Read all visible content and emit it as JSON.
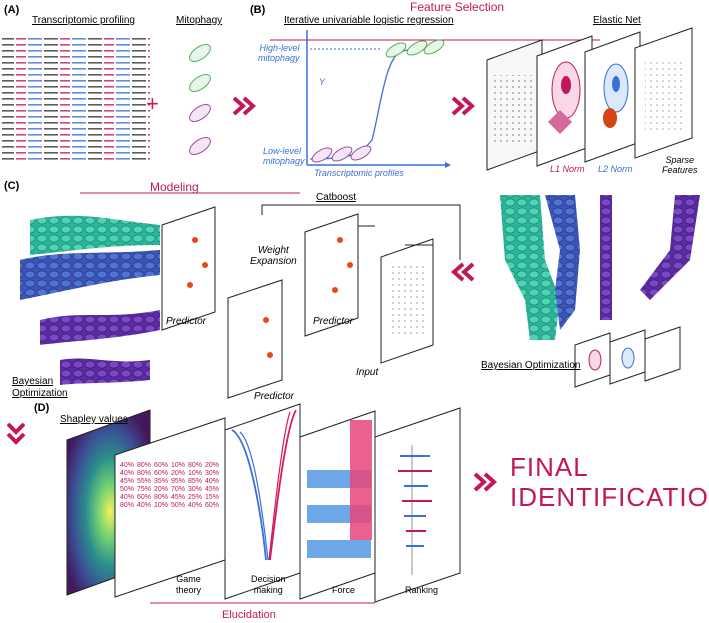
{
  "panels": {
    "a": {
      "label": "(A)",
      "transcriptomic": "Transcriptomic profiling",
      "mitophagy": "Mitophagy",
      "plus": "+"
    },
    "b": {
      "label": "(B)",
      "title": "Feature Selection",
      "iterative": "Iterative univariable logistic regression",
      "elastic": "Elastic Net",
      "high": [
        "High-level",
        "mitophagy"
      ],
      "low": [
        "Low-level",
        "mitophagy"
      ],
      "y": "Y",
      "xaxis": "Transcriptomic profiles",
      "l1": "L1 Norm",
      "l2": "L2 Norm",
      "sparse": [
        "Sparse",
        "Features"
      ]
    },
    "c": {
      "label": "(C)",
      "title": "Modeling",
      "catboost": "Catboost",
      "weight": [
        "Weight",
        "Expansion"
      ],
      "predictor": "Predictor",
      "input": "Input",
      "bayes": [
        "Bayesian",
        "Optimization"
      ],
      "bayes_right": "Bayesian Optimization"
    },
    "d": {
      "label": "(D)",
      "shapley": "Shapley values",
      "game": [
        "Game",
        "theory"
      ],
      "decision": [
        "Decision",
        "making"
      ],
      "force": "Force",
      "ranking": "Ranking",
      "elucidation": "Elucidation",
      "final": [
        "FINAL",
        "IDENTIFICATION"
      ],
      "grid_values": [
        "40%",
        "80%",
        "60%",
        "10%",
        "80%",
        "20%",
        "40%",
        "80%",
        "60%",
        "20%",
        "10%",
        "30%",
        "45%",
        "55%",
        "35%",
        "95%",
        "85%",
        "40%",
        "50%",
        "75%",
        "20%",
        "70%",
        "30%",
        "45%",
        "40%",
        "60%",
        "80%",
        "45%",
        "25%",
        "15%",
        "80%",
        "40%",
        "10%",
        "50%",
        "40%",
        "60%"
      ]
    }
  },
  "colors": {
    "accent": "#c2185b",
    "blue": "#3b6fd8",
    "green": "#56b05a",
    "purple": "#8e44ad"
  }
}
